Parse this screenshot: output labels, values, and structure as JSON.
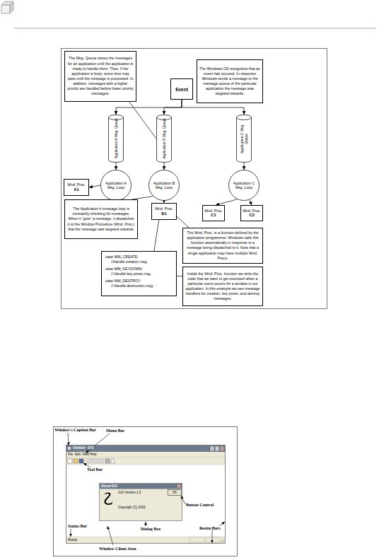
{
  "diagram": {
    "nodes": [
      {
        "text": [
          "The Msg. Queue stores the messages for an application until the application is ready to handle them. Thus, if the application is busy, some time may pass until the message is processed. In addition, messages with a higher priority are handled before lower priority messages."
        ]
      },
      {
        "text": [
          "The Windows OS recognizes that an event has occured. In response Windows sends a message to the message queue of the particular application the message was targeted towards."
        ]
      },
      {
        "text": [
          "Event"
        ]
      },
      {
        "text": [
          "Application A Msg. Queue"
        ]
      },
      {
        "text": [
          "Application B Msg. Queue"
        ]
      },
      {
        "text": [
          "Application C Msg. Queue"
        ]
      },
      {
        "text": [
          "Application A Msg. Loop"
        ]
      },
      {
        "text": [
          "Application B Msg. Loop"
        ]
      },
      {
        "text": [
          "Application C Msg. Loop"
        ]
      },
      {
        "text": [
          "Wnd. Proc.",
          "A1"
        ]
      },
      {
        "text": [
          "The Application's message loop is constantly checking for messages. When it \"gets\" a message, it dispatches it to the Window Procedure (Wnd. Proc.) that the message was targeted towards."
        ]
      },
      {
        "text": [
          "Wnd. Proc.",
          "B1"
        ]
      },
      {
        "text": [
          "Wnd. Proc.",
          "C1"
        ]
      },
      {
        "text": [
          "Wnd. Proc.",
          "C2"
        ]
      },
      {
        "text": [
          "The Wnd. Proc. is a function defined by the application programmer. Windows calls this function automatically in response to a message being dispatched to it. Note that a single application may have multiple Wnd. Procs."
        ]
      },
      {
        "text": [
          "case WM_CREATE:",
          "//Handle creation msg.",
          "case WM_KEYDOWN:",
          "// Handle key press msg.",
          "case WM_DESTROY:",
          "// Handle destruction msg."
        ]
      },
      {
        "text": [
          "Inside the Wnd. Proc. function we write the code that we want to get executed when a particular event occurs for a window in our application. In this example we see message handlers for creation, key press, and destroy messages."
        ]
      }
    ],
    "edges": [
      {
        "from": 2,
        "to": 3,
        "arrow": "to"
      },
      {
        "from": 2,
        "to": 4,
        "arrow": "to"
      },
      {
        "from": 2,
        "to": 5,
        "arrow": "to"
      },
      {
        "from": 3,
        "to": 6,
        "arrow": "to"
      },
      {
        "from": 4,
        "to": 7,
        "arrow": "to"
      },
      {
        "from": 5,
        "to": 8,
        "arrow": "to"
      },
      {
        "from": 6,
        "to": 9,
        "arrow": "to"
      },
      {
        "from": 7,
        "to": 11,
        "arrow": "to"
      },
      {
        "from": 8,
        "to": 12,
        "arrow": "to"
      },
      {
        "from": 8,
        "to": 13,
        "arrow": "to"
      },
      {
        "from": 0,
        "to": 4,
        "arrow": "none"
      },
      {
        "from": 10,
        "to": 7,
        "arrow": "none"
      },
      {
        "from": 14,
        "to": 11,
        "arrow": "none"
      },
      {
        "from": 11,
        "to": 15,
        "arrow": "none"
      },
      {
        "from": 16,
        "to": 15,
        "arrow": "none"
      }
    ],
    "labels": [
      "Window's Caption Bar",
      "Menu Bar",
      "Untitled - GUI",
      "File",
      "Edit",
      "View",
      "Help",
      "Tool Bar",
      "About GUI",
      "GUI Version 1.0",
      "OK",
      "Button Control",
      "Copyright (C) 2002",
      "Dialog Box",
      "Status Bar",
      "Resize Bars",
      "Ready",
      "Window Client Area"
    ]
  }
}
